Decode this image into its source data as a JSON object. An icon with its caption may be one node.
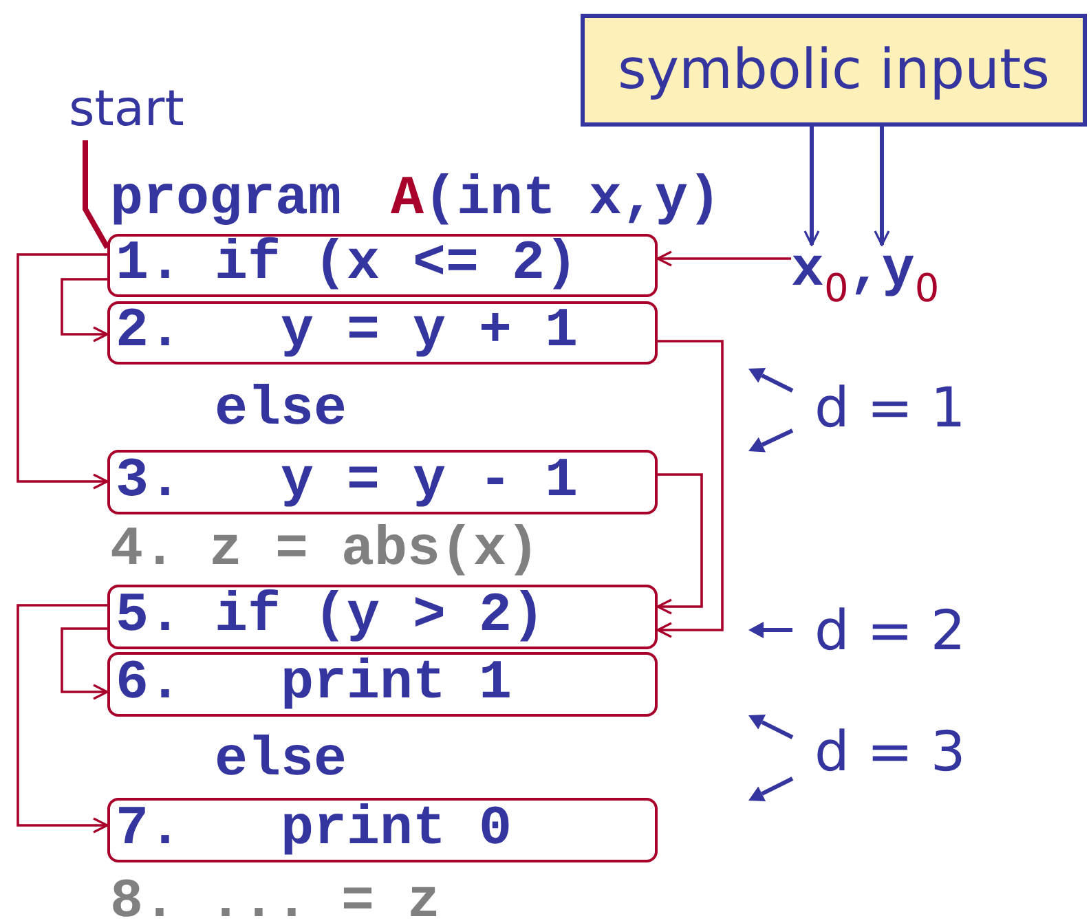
{
  "diagram": {
    "nodes": [
      {
        "text": [
          "symbolic inputs"
        ]
      },
      {
        "text": [
          "start"
        ]
      },
      {
        "text": [
          "1. if (x <= 2)"
        ]
      },
      {
        "text": [
          "2.   y = y + 1"
        ]
      },
      {
        "text": [
          "3.   y = y - 1"
        ]
      },
      {
        "text": [
          "5. if (y > 2)"
        ]
      },
      {
        "text": [
          "6.   print 1"
        ]
      },
      {
        "text": [
          "7.   print 0"
        ]
      },
      {
        "text": [
          "x$_{0}$,y$_{0}$"
        ]
      }
    ],
    "edges": [
      {
        "from": 0,
        "to": 8,
        "arrow": "to",
        "color": "#35359f"
      },
      {
        "from": 0,
        "to": 8,
        "arrow": "to",
        "color": "#35359f"
      },
      {
        "from": 1,
        "to": 2,
        "arrow": "none",
        "style": "thick"
      },
      {
        "from": 8,
        "to": 2,
        "arrow": "to"
      },
      {
        "from": 2,
        "to": 3,
        "arrow": "to"
      },
      {
        "from": 2,
        "to": 4,
        "arrow": "to"
      },
      {
        "from": 3,
        "to": 5,
        "arrow": "to"
      },
      {
        "from": 4,
        "to": 5,
        "arrow": "to"
      },
      {
        "from": 5,
        "to": 6,
        "arrow": "to"
      },
      {
        "from": 5,
        "to": 7,
        "arrow": "to"
      }
    ],
    "labels": [
      "program",
      "A",
      "(int x,y)",
      "else",
      "4. z = abs(x)",
      "else",
      "8. ... = z",
      "d = 1",
      "d = 2",
      "d = 3"
    ]
  }
}
